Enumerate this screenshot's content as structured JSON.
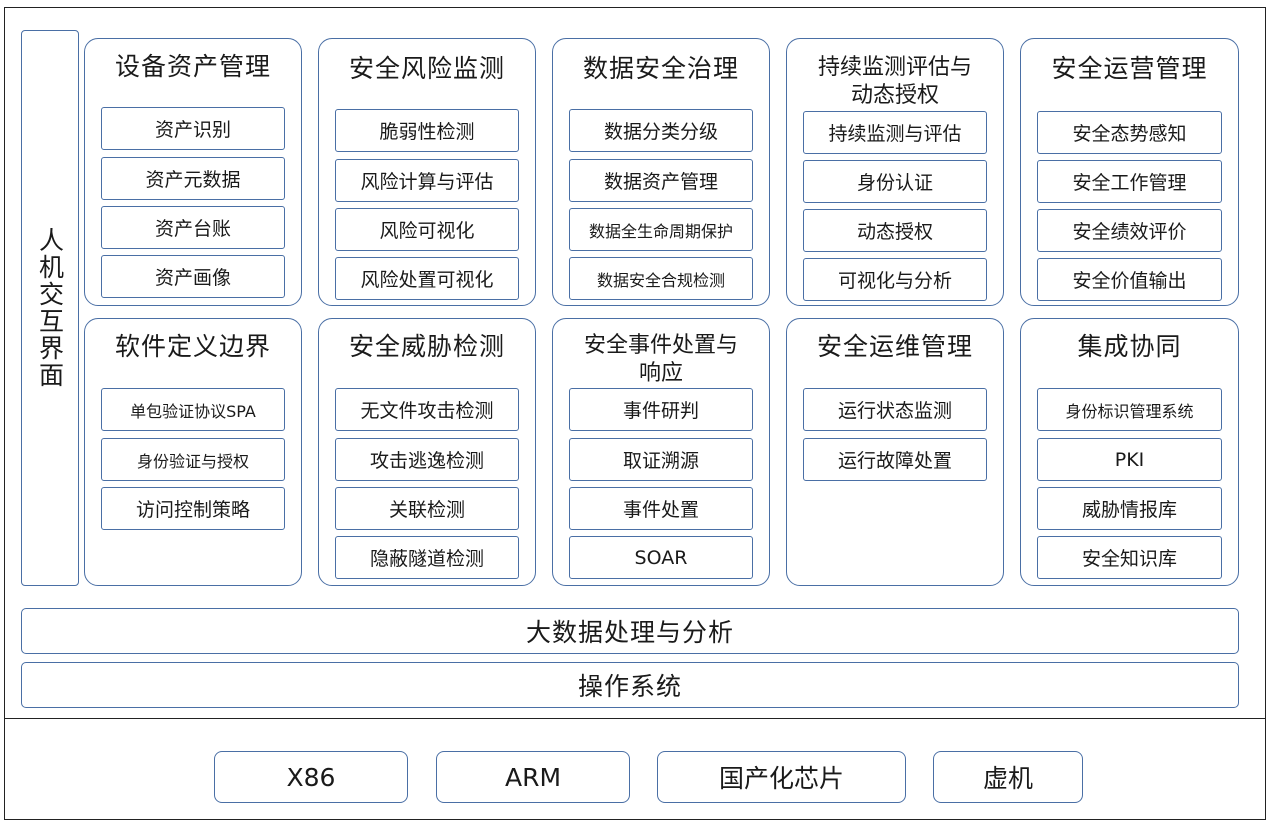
{
  "hmi_label": "人机交互界面",
  "modules": [
    {
      "title": "设备资产管理",
      "items": [
        "资产识别",
        "资产元数据",
        "资产台账",
        "资产画像"
      ]
    },
    {
      "title": "安全风险监测",
      "items": [
        "脆弱性检测",
        "风险计算与评估",
        "风险可视化",
        "风险处置可视化"
      ]
    },
    {
      "title": "数据安全治理",
      "items": [
        "数据分类分级",
        "数据资产管理",
        "数据全生命周期保护",
        "数据安全合规检测"
      ]
    },
    {
      "title_lines": [
        "持续监测评估与",
        "动态授权"
      ],
      "items": [
        "持续监测与评估",
        "身份认证",
        "动态授权",
        "可视化与分析"
      ]
    },
    {
      "title": "安全运营管理",
      "items": [
        "安全态势感知",
        "安全工作管理",
        "安全绩效评价",
        "安全价值输出"
      ]
    },
    {
      "title": "软件定义边界",
      "items": [
        "单包验证协议SPA",
        "身份验证与授权",
        "访问控制策略"
      ]
    },
    {
      "title": "安全威胁检测",
      "items": [
        "无文件攻击检测",
        "攻击逃逸检测",
        "关联检测",
        "隐蔽隧道检测"
      ]
    },
    {
      "title_lines": [
        "安全事件处置与",
        "响应"
      ],
      "items": [
        "事件研判",
        "取证溯源",
        "事件处置",
        "SOAR"
      ]
    },
    {
      "title": "安全运维管理",
      "items": [
        "运行状态监测",
        "运行故障处置"
      ]
    },
    {
      "title": "集成协同",
      "items": [
        "身份标识管理系统",
        "PKI",
        "威胁情报库",
        "安全知识库"
      ]
    }
  ],
  "layers": {
    "big_data": "大数据处理与分析",
    "os": "操作系统"
  },
  "hardware": [
    "X86",
    "ARM",
    "国产化芯片",
    "虚机"
  ]
}
